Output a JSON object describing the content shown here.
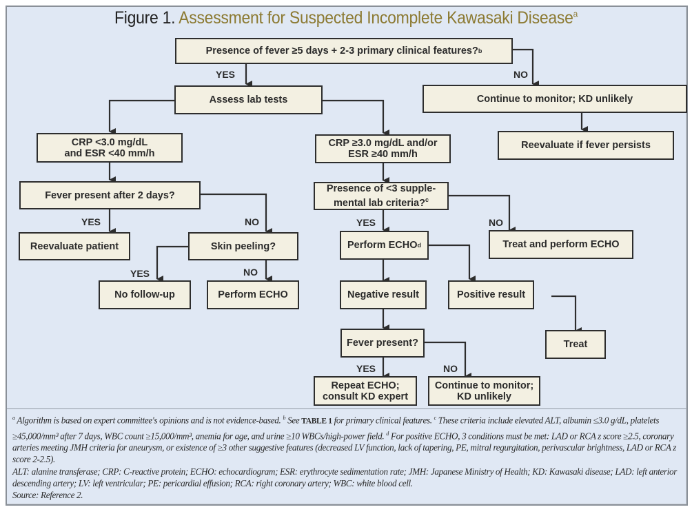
{
  "figure": {
    "label": "Figure 1.",
    "title": "Assessment for Suspected Incomplete Kawasaki Disease",
    "title_sup": "a",
    "colors": {
      "title_accent": "#8c7a32",
      "box_fill": "#f3f0e2",
      "background": "#e0e8f4",
      "line": "#2d2d2d"
    }
  },
  "nodes": {
    "start": {
      "text": "Presence of fever ≥5 days + 2-3 primary clinical features?",
      "sup": "b"
    },
    "assess": {
      "text": "Assess lab tests"
    },
    "monitor": {
      "text": "Continue to monitor; KD unlikely"
    },
    "reeval_fever": {
      "text": "Reevaluate if fever persists"
    },
    "crp_low_1": {
      "text": "CRP <3.0 mg/dL"
    },
    "crp_low_2": {
      "text": "and ESR <40 mm/h"
    },
    "crp_high_1": {
      "text": "CRP ≥3.0 mg/dL and/or"
    },
    "crp_high_2": {
      "text": "ESR ≥40 mm/h"
    },
    "fever_2days": {
      "text": "Fever present after 2 days?"
    },
    "supp_1": {
      "text": "Presence of <3 supple-"
    },
    "supp_2": {
      "text": "mental lab criteria?",
      "sup": "c"
    },
    "reeval_patient": {
      "text": "Reevaluate patient"
    },
    "skin": {
      "text": "Skin peeling?"
    },
    "echo": {
      "text": "Perform ECHO",
      "sup": "d"
    },
    "treat_echo": {
      "text": "Treat and perform ECHO"
    },
    "no_followup": {
      "text": "No follow-up"
    },
    "perform_echo": {
      "text": "Perform ECHO"
    },
    "negative": {
      "text": "Negative result"
    },
    "positive": {
      "text": "Positive result"
    },
    "fever_present": {
      "text": "Fever present?"
    },
    "treat": {
      "text": "Treat"
    },
    "repeat_1": {
      "text": "Repeat ECHO;"
    },
    "repeat_2": {
      "text": "consult KD expert"
    },
    "cont_1": {
      "text": "Continue to monitor;"
    },
    "cont_2": {
      "text": "KD unlikely"
    }
  },
  "edge_labels": {
    "yes": "YES",
    "no": "NO"
  },
  "footnotes": {
    "a_sup": "a",
    "a": "Algorithm is based on expert committee's opinions and is not evidence-based.",
    "b_sup": "b",
    "b_pre": "See",
    "b_table": "TABLE 1",
    "b_post": "for primary clinical features.",
    "c_sup": "c",
    "c": "These criteria include elevated ALT, albumin ≤3.0 g/dL, platelets ≥45,000/mm³ after 7 days, WBC count ≥15,000/mm³, anemia for age, and urine ≥10 WBCs/high-power field.",
    "d_sup": "d",
    "d": "For positive ECHO, 3 conditions must be met: LAD or RCA z score ≥2.5, coronary arteries meeting JMH criteria for aneurysm, or existence of  ≥3 other suggestive features (decreased LV function, lack of tapering, PE, mitral regurgitation, perivascular brightness, LAD or RCA z score 2-2.5).",
    "abbreviations": "ALT: alanine transferase; CRP: C-reactive protein; ECHO: echocardiogram; ESR: erythrocyte sedimentation rate; JMH: Japanese Ministry of Health; KD: Kawasaki disease; LAD: left anterior descending artery; LV: left ventricular; PE: pericardial effusion; RCA: right coronary artery; WBC: white blood cell.",
    "source": "Source: Reference 2."
  }
}
